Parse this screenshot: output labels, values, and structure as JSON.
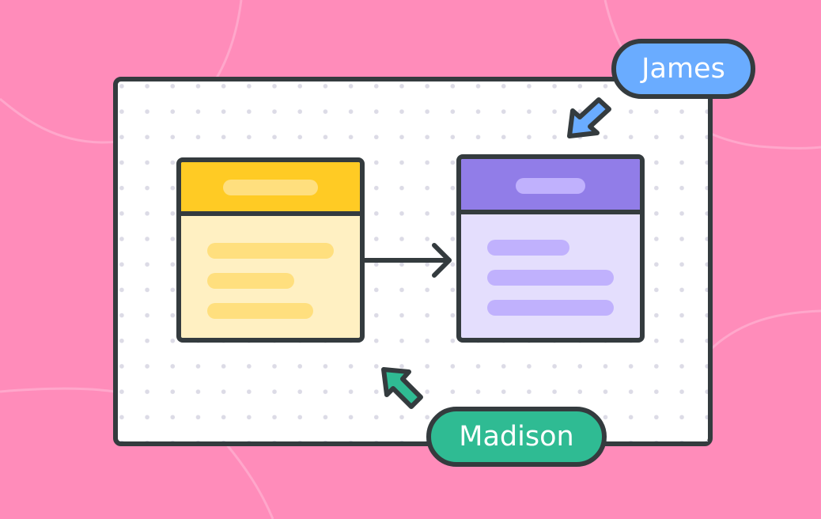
{
  "colors": {
    "background": "#ff8cba",
    "outline": "#343b3e",
    "board": "#ffffff",
    "grid_dot": "#dcdbe6",
    "card_left_header": "#ffcb24",
    "card_left_body": "#fff0c2",
    "card_left_pill": "#ffdf7e",
    "card_right_header": "#917de8",
    "card_right_body": "#e4defd",
    "card_right_pill": "#c0b1fd",
    "cursor_james": "#6aacff",
    "cursor_madison": "#2fbb93"
  },
  "collaborators": [
    {
      "name": "James",
      "color": "#6aacff"
    },
    {
      "name": "Madison",
      "color": "#2fbb93"
    }
  ],
  "cards": [
    {
      "id": "source-card",
      "header_color": "#ffcb24",
      "body_color": "#fff0c2",
      "line_count": 3
    },
    {
      "id": "target-card",
      "header_color": "#917de8",
      "body_color": "#e4defd",
      "line_count": 3
    }
  ],
  "connector": {
    "from": "source-card",
    "to": "target-card",
    "type": "arrow"
  }
}
